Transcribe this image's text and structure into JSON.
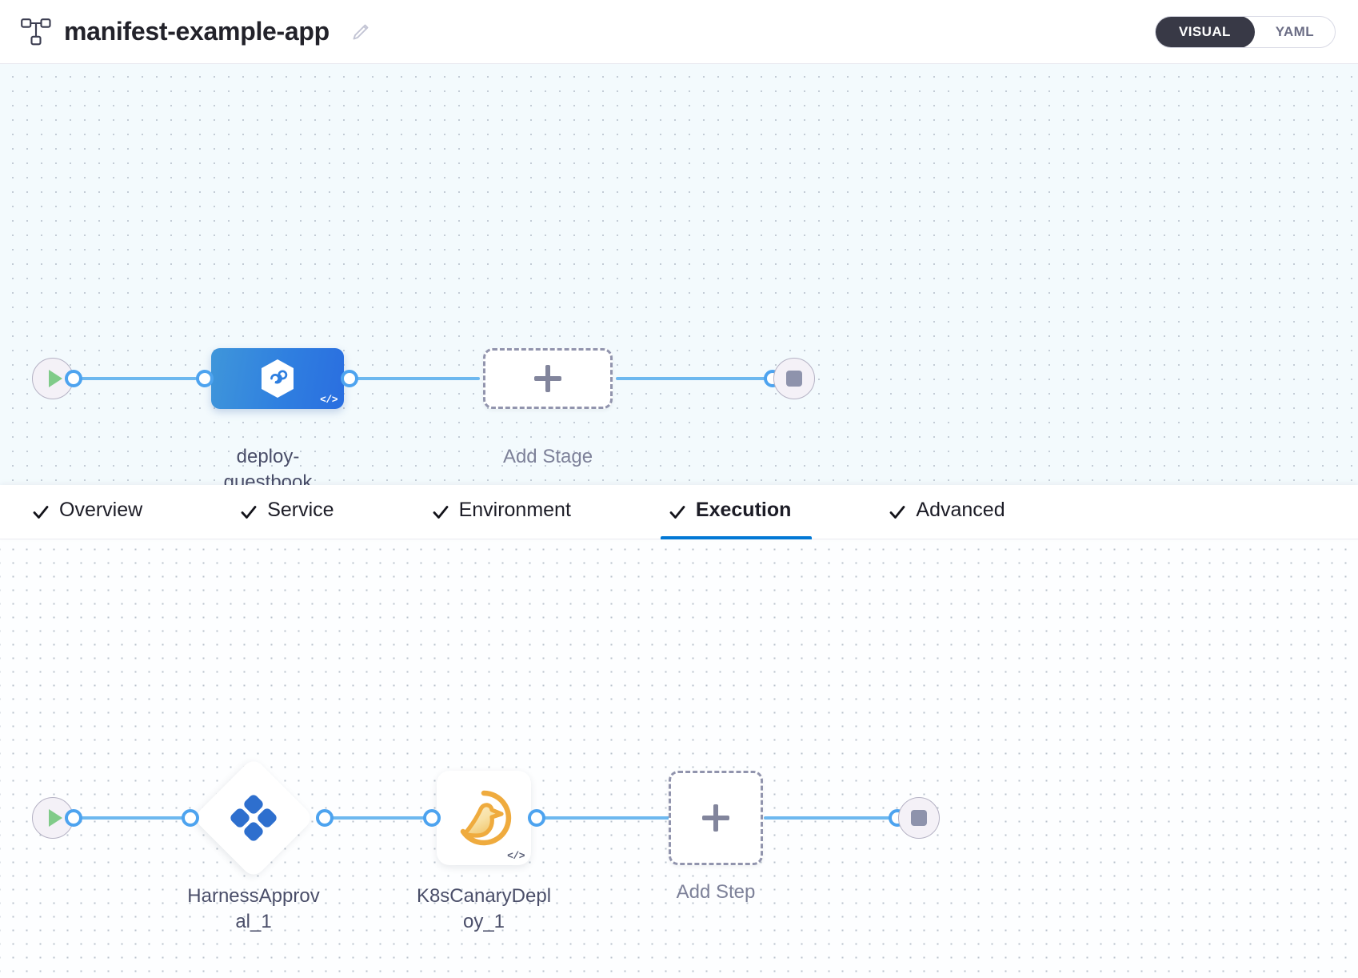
{
  "header": {
    "pipeline_icon": "pipeline-hierarchy-icon",
    "title": "manifest-example-app",
    "edit_icon": "pencil-edit-icon",
    "mode_toggle": {
      "options": [
        {
          "label": "VISUAL",
          "active": true
        },
        {
          "label": "YAML",
          "active": false
        }
      ]
    }
  },
  "stage_graph": {
    "start_node": {
      "name": "pipeline-start",
      "icon": "play-icon"
    },
    "stage": {
      "name": "deploy-guestbook",
      "label": "deploy-guestbook",
      "icon": "harness-hexagon-infinity-icon",
      "badge": "</>",
      "type": "deployment"
    },
    "add_stage": {
      "label": "Add Stage",
      "icon": "plus-icon"
    },
    "end_node": {
      "name": "pipeline-end",
      "icon": "stop-icon"
    }
  },
  "tabs": [
    {
      "label": "Overview",
      "checked": true,
      "active": false
    },
    {
      "label": "Service",
      "checked": true,
      "active": false
    },
    {
      "label": "Environment",
      "checked": true,
      "active": false
    },
    {
      "label": "Execution",
      "checked": true,
      "active": true
    },
    {
      "label": "Advanced",
      "checked": true,
      "active": false
    }
  ],
  "step_graph": {
    "start_node": {
      "name": "execution-start",
      "icon": "play-icon"
    },
    "steps": [
      {
        "label": "HarnessApproval_1",
        "shape": "diamond",
        "icon": "harness-approval-icon",
        "badge": ""
      },
      {
        "label": "K8sCanaryDeploy_1",
        "shape": "square",
        "icon": "canary-bird-icon",
        "badge": "</>"
      }
    ],
    "add_step": {
      "label": "Add Step",
      "icon": "plus-icon"
    },
    "end_node": {
      "name": "execution-end",
      "icon": "stop-icon"
    }
  },
  "colors": {
    "accent_blue": "#0278d5",
    "edge_blue": "#6db8ef",
    "stage_blue": "#2f7fe0",
    "canary_orange": "#efab3e",
    "approval_blue": "#2e6fce",
    "toggle_dark": "#383946",
    "play_green": "#80cb89"
  }
}
